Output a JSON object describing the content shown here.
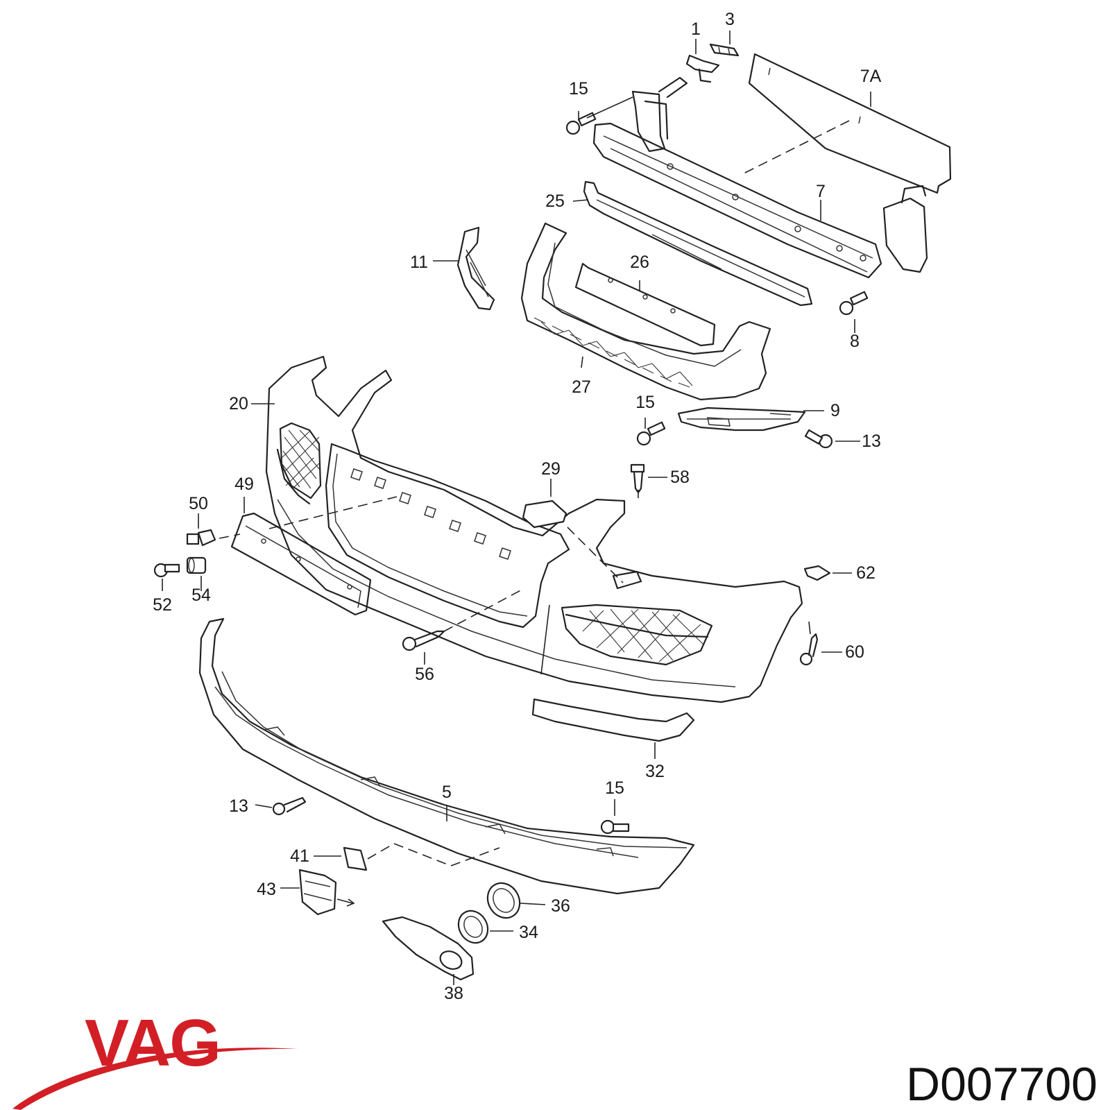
{
  "callouts": {
    "c1": "1",
    "c3": "3",
    "c7A": "7A",
    "c15a": "15",
    "c7": "7",
    "c25": "25",
    "c11": "11",
    "c26": "26",
    "c8": "8",
    "c27": "27",
    "c20": "20",
    "c15b": "15",
    "c9": "9",
    "c13a": "13",
    "c29": "29",
    "c58": "58",
    "c49": "49",
    "c50": "50",
    "c62": "62",
    "c52": "52",
    "c54": "54",
    "c60": "60",
    "c56": "56",
    "c32": "32",
    "c13b": "13",
    "c5": "5",
    "c15c": "15",
    "c41": "41",
    "c43": "43",
    "c36": "36",
    "c34": "34",
    "c38": "38"
  },
  "brand": {
    "logo_text": "VAG",
    "logo_color": "#d21f26"
  },
  "part_number": "D007700"
}
